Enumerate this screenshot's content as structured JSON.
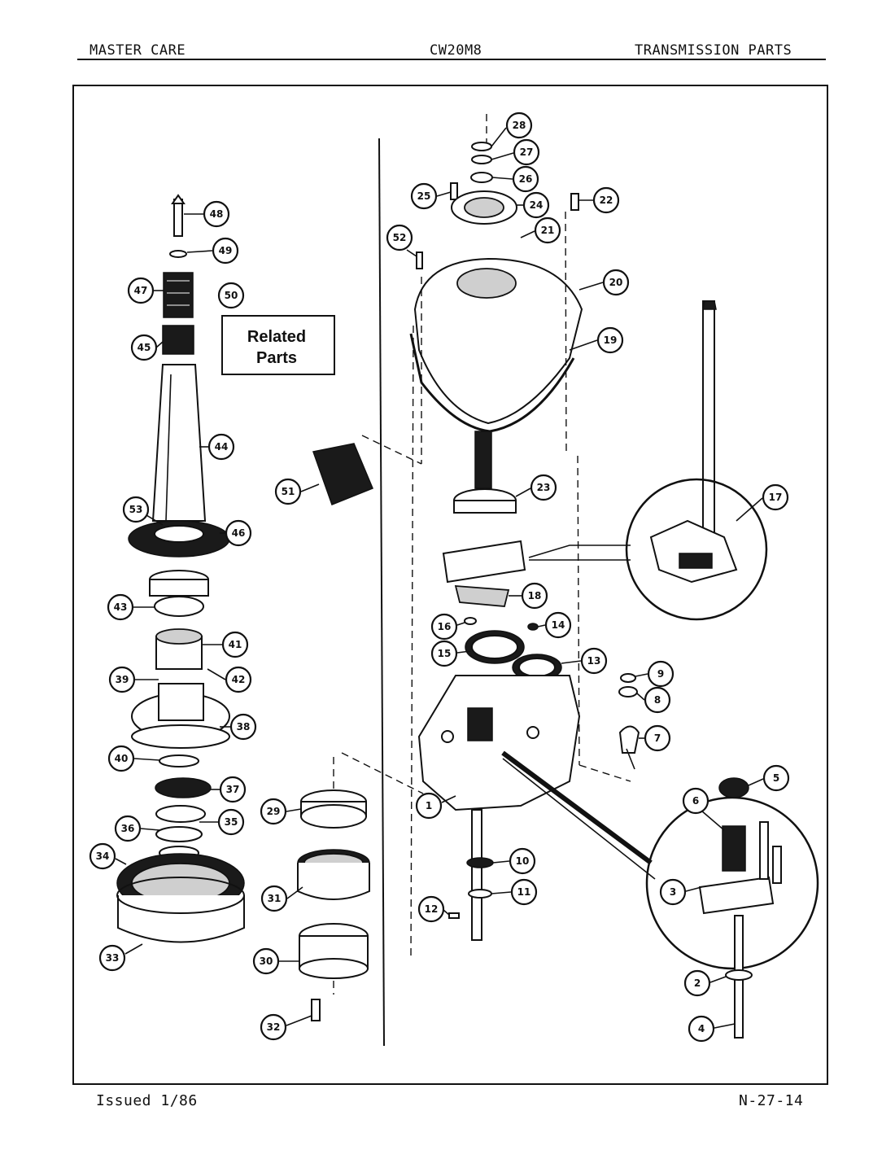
{
  "header": {
    "left": "MASTER CARE",
    "center": "CW20M8",
    "right": "TRANSMISSION PARTS"
  },
  "footer": {
    "left": "Issued 1/86",
    "right": "N-27-14"
  },
  "related_parts": {
    "line1": "Related",
    "line2": "Parts"
  },
  "callouts": {
    "c48": "48",
    "c49": "49",
    "c47": "47",
    "c50": "50",
    "c45": "45",
    "c44": "44",
    "c53": "53",
    "c46": "46",
    "c43": "43",
    "c41": "41",
    "c39": "39",
    "c42": "42",
    "c38": "38",
    "c40": "40",
    "c37": "37",
    "c36": "36",
    "c35": "35",
    "c34": "34",
    "c33": "33",
    "c51": "51",
    "c29": "29",
    "c31": "31",
    "c30": "30",
    "c32": "32",
    "c28": "28",
    "c27": "27",
    "c26": "26",
    "c25": "25",
    "c24": "24",
    "c22": "22",
    "c21": "21",
    "c52": "52",
    "c20": "20",
    "c19": "19",
    "c23": "23",
    "c17": "17",
    "c18": "18",
    "c16": "16",
    "c14": "14",
    "c15": "15",
    "c13": "13",
    "c9": "9",
    "c8": "8",
    "c7": "7",
    "c5": "5",
    "c6": "6",
    "c1": "1",
    "c10": "10",
    "c11": "11",
    "c12": "12",
    "c3": "3",
    "c2": "2",
    "c4": "4"
  }
}
